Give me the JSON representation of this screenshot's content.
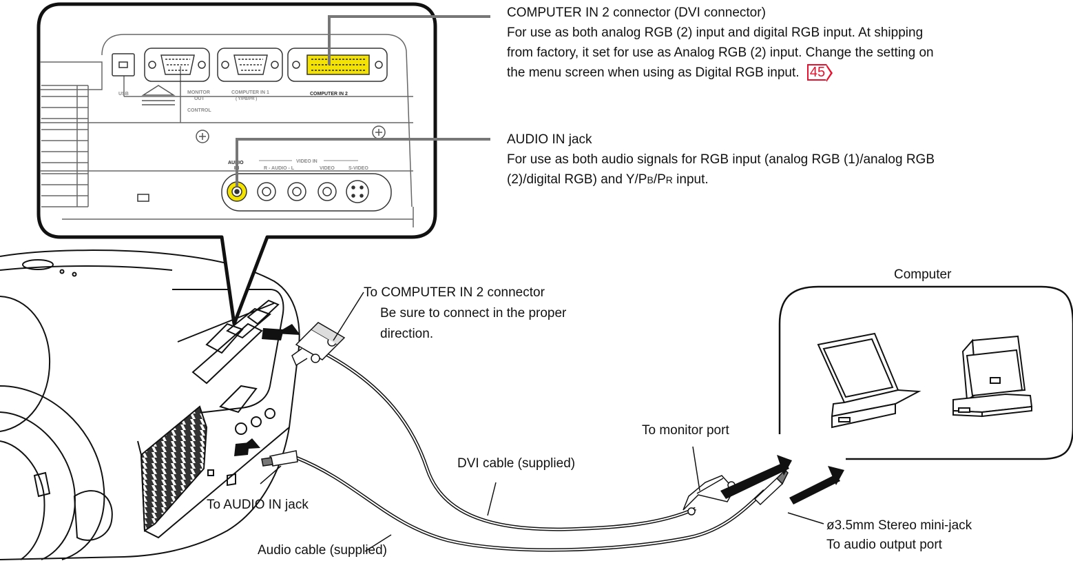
{
  "callouts": {
    "dvi_title": "COMPUTER IN 2 connector (DVI connector)",
    "dvi_desc_1": "For use as both analog RGB (2) input and digital RGB input. At shipping",
    "dvi_desc_2": "from factory, it set for use as Analog RGB (2) input. Change the setting on",
    "dvi_desc_3": "the menu screen when using as Digital RGB input.",
    "dvi_page_ref": "45",
    "audio_title": "AUDIO IN jack",
    "audio_desc_1": "For use as both audio signals for RGB input (analog RGB (1)/analog RGB",
    "audio_desc_2_a": "(2)/digital RGB) and Y/P",
    "audio_desc_2_b": "B",
    "audio_desc_2_c": "/P",
    "audio_desc_2_d": "R",
    "audio_desc_2_e": " input."
  },
  "panel_labels": {
    "usb": "USB",
    "monitor_out_1": "MONITOR",
    "monitor_out_2": "OUT",
    "control": "CONTROL",
    "computer_in_1": "COMPUTER IN 1",
    "computer_in_1_sub": "( Y/PB/PR )",
    "computer_in_2": "COMPUTER IN 2",
    "video_in": "VIDEO IN",
    "audio_in_1": "AUDIO",
    "audio_in_2": "IN",
    "r_audio_l": "R - AUDIO - L",
    "video": "VIDEO",
    "s_video": "S-VIDEO"
  },
  "labels": {
    "to_computer_in_2": "To COMPUTER IN 2 connector",
    "proper_direction_1": "Be sure to connect in the proper",
    "proper_direction_2": "direction.",
    "computer": "Computer",
    "to_monitor_port": "To monitor port",
    "dvi_cable": "DVI cable (supplied)",
    "to_audio_in": "To AUDIO IN jack",
    "audio_cable": "Audio cable (supplied)",
    "mini_jack": "ø3.5mm Stereo mini-jack",
    "to_audio_output": "To audio output port"
  },
  "colors": {
    "dvi_highlight": "#f4e200",
    "audio_jack_highlight": "#f4e200",
    "page_ref": "#e8112d",
    "line": "#111111"
  }
}
